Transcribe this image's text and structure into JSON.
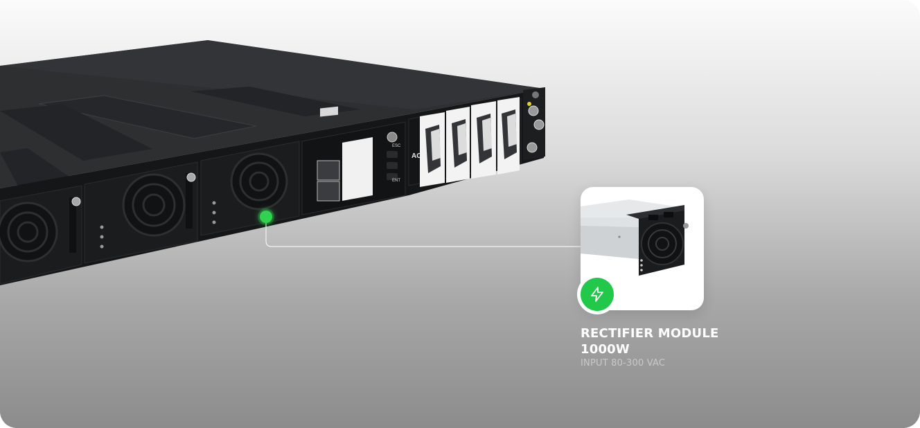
{
  "device": {
    "panel_labels": {
      "ac": "AC",
      "esc": "ESC",
      "ent": "ENT"
    }
  },
  "callout": {
    "title_line1": "RECTIFIER MODULE",
    "title_line2": "1000W",
    "subtitle": "INPUT 80-300 VAC",
    "icon": "lightning-bolt-icon",
    "accent_color": "#22c84a"
  }
}
